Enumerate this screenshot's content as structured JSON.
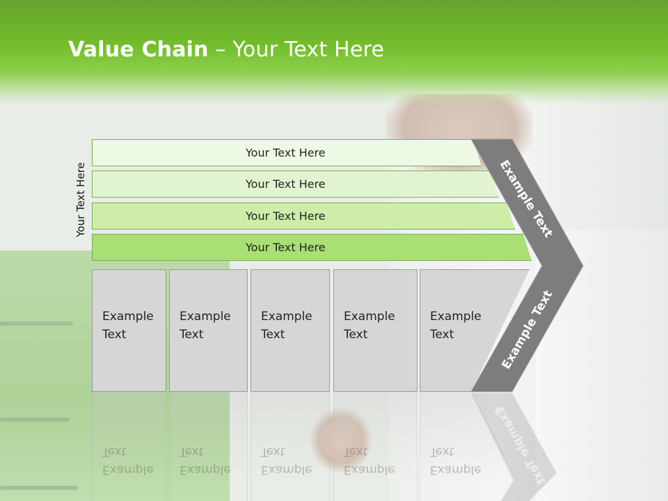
{
  "title": {
    "bold": "Value Chain",
    "rest": " – Your Text Here"
  },
  "side_label": "Your Text Here",
  "bars": [
    "Your Text Here",
    "Your Text Here",
    "Your Text Here",
    "Your Text Here"
  ],
  "boxes": [
    {
      "line1": "Example",
      "line2": "Text"
    },
    {
      "line1": "Example",
      "line2": "Text"
    },
    {
      "line1": "Example",
      "line2": "Text"
    },
    {
      "line1": "Example",
      "line2": "Text"
    },
    {
      "line1": "Example",
      "line2": "Text"
    }
  ],
  "chevron": {
    "top_text": "Example Text",
    "bottom_text": "Example Text"
  },
  "colors": {
    "header_green": "#74bf2c",
    "chevron_gray": "#7d7d7d",
    "box_gray": "#d6d6d6"
  }
}
